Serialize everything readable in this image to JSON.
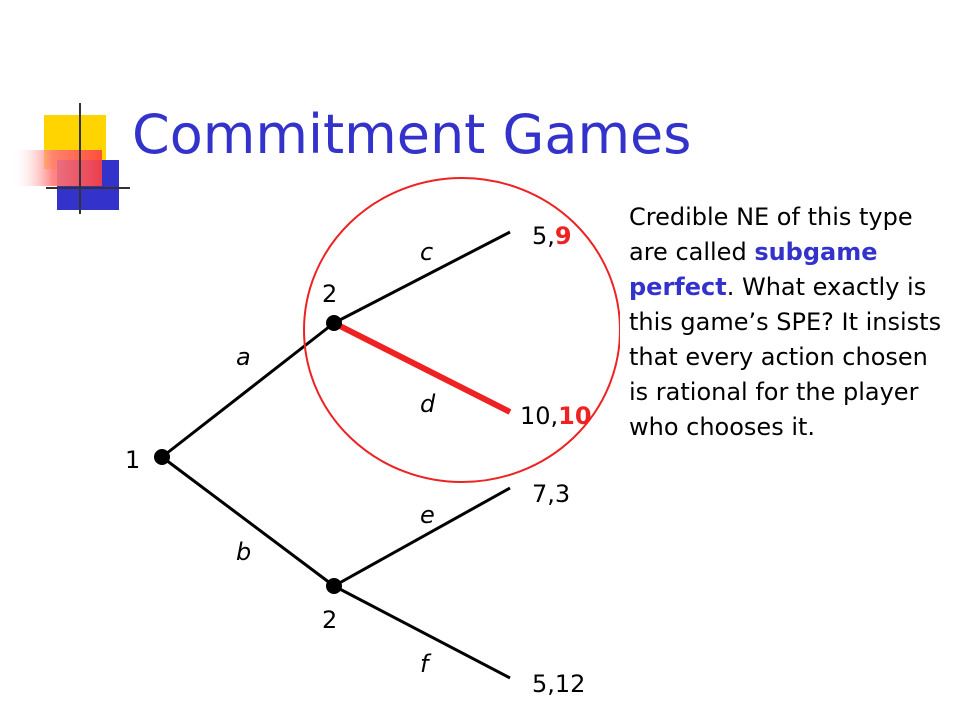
{
  "slide": {
    "title": "Commitment Games",
    "body": {
      "part1": "Credible NE of this type are called ",
      "highlight": "subgame perfect",
      "part2": ".  What exactly is this game’s SPE?  It insists that every action chosen is rational for the player who chooses it."
    }
  },
  "tree": {
    "root_label": "1",
    "upper_node_label": "2",
    "lower_node_label": "2",
    "actions": {
      "a": "a",
      "b": "b",
      "c": "c",
      "d": "d",
      "e": "e",
      "f": "f"
    },
    "payoffs": {
      "c": {
        "p1": "5,",
        "p2": "9"
      },
      "d": {
        "p1": "10,",
        "p2": "10"
      },
      "e": "7,3",
      "f": "5,12"
    }
  },
  "colors": {
    "title": "#3333cc",
    "highlight": "#3333cc",
    "emphasis": "#ee2222",
    "edge": "#000000"
  }
}
